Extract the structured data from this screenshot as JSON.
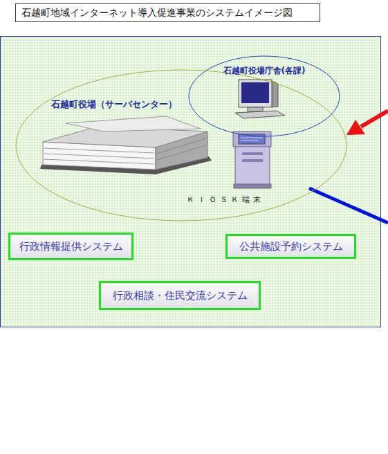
{
  "diagram": {
    "title": "石越町地域インターネット導入促進事業のシステムイメージ図",
    "nodes": [
      {
        "text": [
          "石越町役場（サーバセンター）"
        ]
      },
      {
        "text": [
          "石越町役場庁舎(各課)"
        ],
        "in": 0
      },
      {
        "text": [
          "行政情報提供システム"
        ]
      },
      {
        "text": [
          "公共施設予約システム"
        ]
      },
      {
        "text": [
          "行政相談・住民交流システム"
        ]
      }
    ],
    "labels": [
      "ＫＩＯＳＫ端末"
    ]
  }
}
